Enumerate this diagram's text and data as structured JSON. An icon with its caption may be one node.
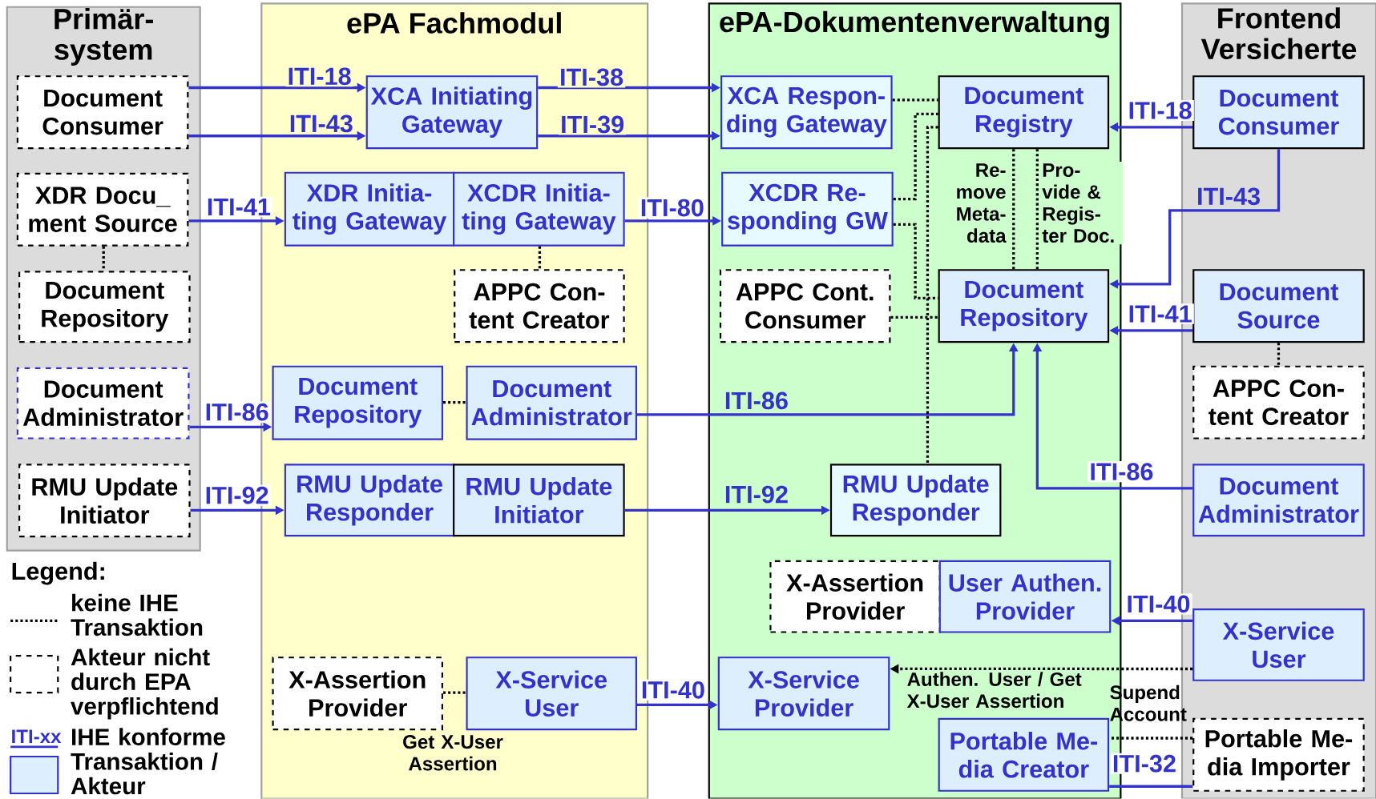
{
  "diagram": {
    "nodes": [
      {
        "text": [
          "Primär- system"
        ]
      },
      {
        "text": [
          "ePA Fachmodul"
        ]
      },
      {
        "text": [
          "ePA-Dokumentenverwaltung"
        ]
      },
      {
        "text": [
          "Frontend Versicherte"
        ]
      },
      {
        "text": [
          "Document Consumer"
        ],
        "in": 0
      },
      {
        "text": [
          "XDR Docu_ ment Source"
        ],
        "in": 0
      },
      {
        "text": [
          "Document Repository"
        ],
        "in": 0
      },
      {
        "text": [
          "Document Administrator"
        ],
        "in": 0
      },
      {
        "text": [
          "RMU Update Initiator"
        ],
        "in": 0
      },
      {
        "text": [
          "XCA Initiating Gateway"
        ],
        "in": 1
      },
      {
        "text": [
          "XDR Initia- ting Gateway"
        ],
        "in": 1
      },
      {
        "text": [
          "XCDR Initia- ting Gateway"
        ],
        "in": 1
      },
      {
        "text": [
          "APPC Con- tent Creator"
        ],
        "in": 1
      },
      {
        "text": [
          "Document Repository"
        ],
        "in": 1
      },
      {
        "text": [
          "Document Administrator"
        ],
        "in": 1
      },
      {
        "text": [
          "RMU Update Responder"
        ],
        "in": 1
      },
      {
        "text": [
          "RMU Update Initiator"
        ],
        "in": 1
      },
      {
        "text": [
          "X-Assertion Provider"
        ],
        "in": 1
      },
      {
        "text": [
          "X-Service User"
        ],
        "in": 1
      },
      {
        "text": [
          "XCA Respon- ding Gateway"
        ],
        "in": 2
      },
      {
        "text": [
          "Document Registry"
        ],
        "in": 2
      },
      {
        "text": [
          "XCDR Re- sponding GW"
        ],
        "in": 2
      },
      {
        "text": [
          "APPC Cont. Consumer"
        ],
        "in": 2
      },
      {
        "text": [
          "Document Repository"
        ],
        "in": 2
      },
      {
        "text": [
          "RMU Update Responder"
        ],
        "in": 2
      },
      {
        "text": [
          "X-Assertion Provider"
        ],
        "in": 2
      },
      {
        "text": [
          "User Authen. Provider"
        ],
        "in": 2
      },
      {
        "text": [
          "X-Service Provider"
        ],
        "in": 2
      },
      {
        "text": [
          "Portable Me- dia Creator"
        ],
        "in": 2
      },
      {
        "text": [
          "Document Consumer"
        ],
        "in": 3
      },
      {
        "text": [
          "Document Source"
        ],
        "in": 3
      },
      {
        "text": [
          "APPC Con- tent Creator"
        ],
        "in": 3
      },
      {
        "text": [
          "Document Administrator"
        ],
        "in": 3
      },
      {
        "text": [
          "X-Service User"
        ],
        "in": 3
      },
      {
        "text": [
          "Portable Me- dia Importer"
        ],
        "in": 3
      }
    ],
    "edges": [
      {
        "from": 4,
        "to": 9,
        "arrow": "to",
        "label": "ITI-18"
      },
      {
        "from": 4,
        "to": 9,
        "arrow": "to",
        "label": "ITI-43"
      },
      {
        "from": 9,
        "to": 19,
        "arrow": "to",
        "label": "ITI-38"
      },
      {
        "from": 9,
        "to": 19,
        "arrow": "to",
        "label": "ITI-39"
      },
      {
        "from": 5,
        "to": 10,
        "arrow": "to",
        "label": "ITI-41"
      },
      {
        "from": 11,
        "to": 21,
        "arrow": "to",
        "label": "ITI-80"
      },
      {
        "from": 7,
        "to": 13,
        "arrow": "to",
        "label": "ITI-86"
      },
      {
        "from": 14,
        "to": 23,
        "arrow": "to",
        "label": "ITI-86"
      },
      {
        "from": 8,
        "to": 15,
        "arrow": "to",
        "label": "ITI-92"
      },
      {
        "from": 16,
        "to": 24,
        "arrow": "to",
        "label": "ITI-92"
      },
      {
        "from": 18,
        "to": 27,
        "arrow": "to",
        "label": "ITI-40"
      },
      {
        "from": 29,
        "to": 20,
        "arrow": "to",
        "label": "ITI-18"
      },
      {
        "from": 29,
        "to": 23,
        "arrow": "to",
        "label": "ITI-43"
      },
      {
        "from": 30,
        "to": 23,
        "arrow": "to",
        "label": "ITI-41"
      },
      {
        "from": 32,
        "to": 23,
        "arrow": "to",
        "label": "ITI-86"
      },
      {
        "from": 33,
        "to": 26,
        "arrow": "to",
        "label": "ITI-40"
      },
      {
        "from": 33,
        "to": 27,
        "arrow": "to",
        "label": "Authen. User / Get X-User Assertion",
        "style": "dashed",
        "color": "#000000"
      },
      {
        "from": 28,
        "to": 34,
        "arrow": "none",
        "label": "ITI-32"
      },
      {
        "from": 34,
        "to": 28,
        "arrow": "none",
        "label": "Supend Account",
        "style": "dashed",
        "color": "#000000"
      },
      {
        "from": 5,
        "to": 6,
        "arrow": "none",
        "style": "dashed",
        "color": "#000000"
      },
      {
        "from": 11,
        "to": 12,
        "arrow": "none",
        "style": "dashed",
        "color": "#000000"
      },
      {
        "from": 13,
        "to": 14,
        "arrow": "none",
        "style": "dashed",
        "color": "#000000"
      },
      {
        "from": 17,
        "to": 18,
        "arrow": "none",
        "label": "Get X-User Assertion",
        "style": "dashed",
        "color": "#000000"
      },
      {
        "from": 19,
        "to": 20,
        "arrow": "none",
        "style": "dashed",
        "color": "#000000"
      },
      {
        "from": 21,
        "to": 20,
        "arrow": "none",
        "style": "dashed",
        "color": "#000000"
      },
      {
        "from": 21,
        "to": 23,
        "arrow": "none",
        "style": "dashed",
        "color": "#000000"
      },
      {
        "from": 20,
        "to": 24,
        "arrow": "none",
        "style": "dashed",
        "color": "#000000"
      },
      {
        "from": 22,
        "to": 23,
        "arrow": "none",
        "style": "dashed",
        "color": "#000000"
      },
      {
        "from": 20,
        "to": 23,
        "arrow": "none",
        "label": "Re- move Meta- data",
        "style": "dashed",
        "color": "#000000"
      },
      {
        "from": 20,
        "to": 23,
        "arrow": "none",
        "label": "Pro- vide & Regis- ter Doc.",
        "style": "dashed",
        "color": "#000000"
      },
      {
        "from": 30,
        "to": 31,
        "arrow": "none",
        "style": "dashed",
        "color": "#000000"
      }
    ],
    "labels": [
      "Legend:",
      "ITI-xx"
    ],
    "legend": [
      {
        "text": "keine IHE Transaktion"
      },
      {
        "text": "Akteur nicht durch EPA verpflichtend"
      },
      {
        "text": "IHE konforme Transaktion / Akteur",
        "color": "#ddeeff"
      }
    ]
  }
}
